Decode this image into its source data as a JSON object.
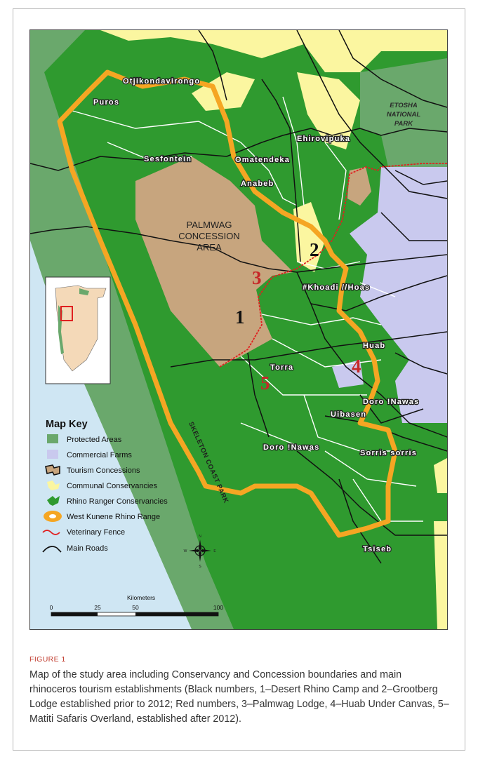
{
  "map": {
    "places": [
      {
        "name": "Otjikondavirongo"
      },
      {
        "name": "Puros"
      },
      {
        "name": "Sesfontein"
      },
      {
        "name": "Omatendeka"
      },
      {
        "name": "Ehirovipuka"
      },
      {
        "name": "Anabeb"
      },
      {
        "name": "#Khoadi //Hoas"
      },
      {
        "name": "Huab"
      },
      {
        "name": "Torra"
      },
      {
        "name": "Doro !Nawas"
      },
      {
        "name": "Uibasen"
      },
      {
        "name": "Doro !Nawas"
      },
      {
        "name": "Sorris sorris"
      },
      {
        "name": "Tsiseb"
      }
    ],
    "etosha_line1": "ETOSHA",
    "etosha_line2": "NATIONAL",
    "etosha_line3": "PARK",
    "concession_line1": "PALMWAG",
    "concession_line2": "CONCESSION",
    "concession_line3": "AREA",
    "coast_label": "SKELETON COAST PARK",
    "establishments": [
      {
        "label": "1",
        "color": "#111111"
      },
      {
        "label": "2",
        "color": "#111111"
      },
      {
        "label": "3",
        "color": "#c62828"
      },
      {
        "label": "4",
        "color": "#c62828"
      },
      {
        "label": "5",
        "color": "#c62828"
      }
    ],
    "colors": {
      "protected": "#6aa86c",
      "conservancy": "#2f9a2f",
      "commercial": "#c9c9ee",
      "communal": "#fbf6a0",
      "concession": "#c7a57e",
      "rhino_range": "#f5a623",
      "vet_fence": "#e02020",
      "roads": "#111111",
      "ocean": "#cfe6f3"
    }
  },
  "key": {
    "title": "Map Key",
    "items": [
      "Protected Areas",
      "Commercial Farms",
      "Tourism Concessions",
      "Communal Conservancies",
      "Rhino Ranger Conservancies",
      "West Kunene Rhino Range",
      "Veterinary Fence",
      "Main Roads"
    ]
  },
  "compass": {
    "n": "N",
    "s": "S",
    "e": "E",
    "w": "W"
  },
  "scale": {
    "title": "Kilometers",
    "ticks": [
      "0",
      "25",
      "50",
      "100"
    ]
  },
  "figure": {
    "label": "FIGURE 1",
    "caption": "Map of the study area including Conservancy and Concession boundaries and main rhinoceros tourism establishments (Black numbers, 1–Desert Rhino Camp and 2–Grootberg Lodge established prior to 2012; Red numbers, 3–Palmwag Lodge, 4–Huab Under Canvas, 5–Matiti Safaris Overland, established after 2012)."
  }
}
